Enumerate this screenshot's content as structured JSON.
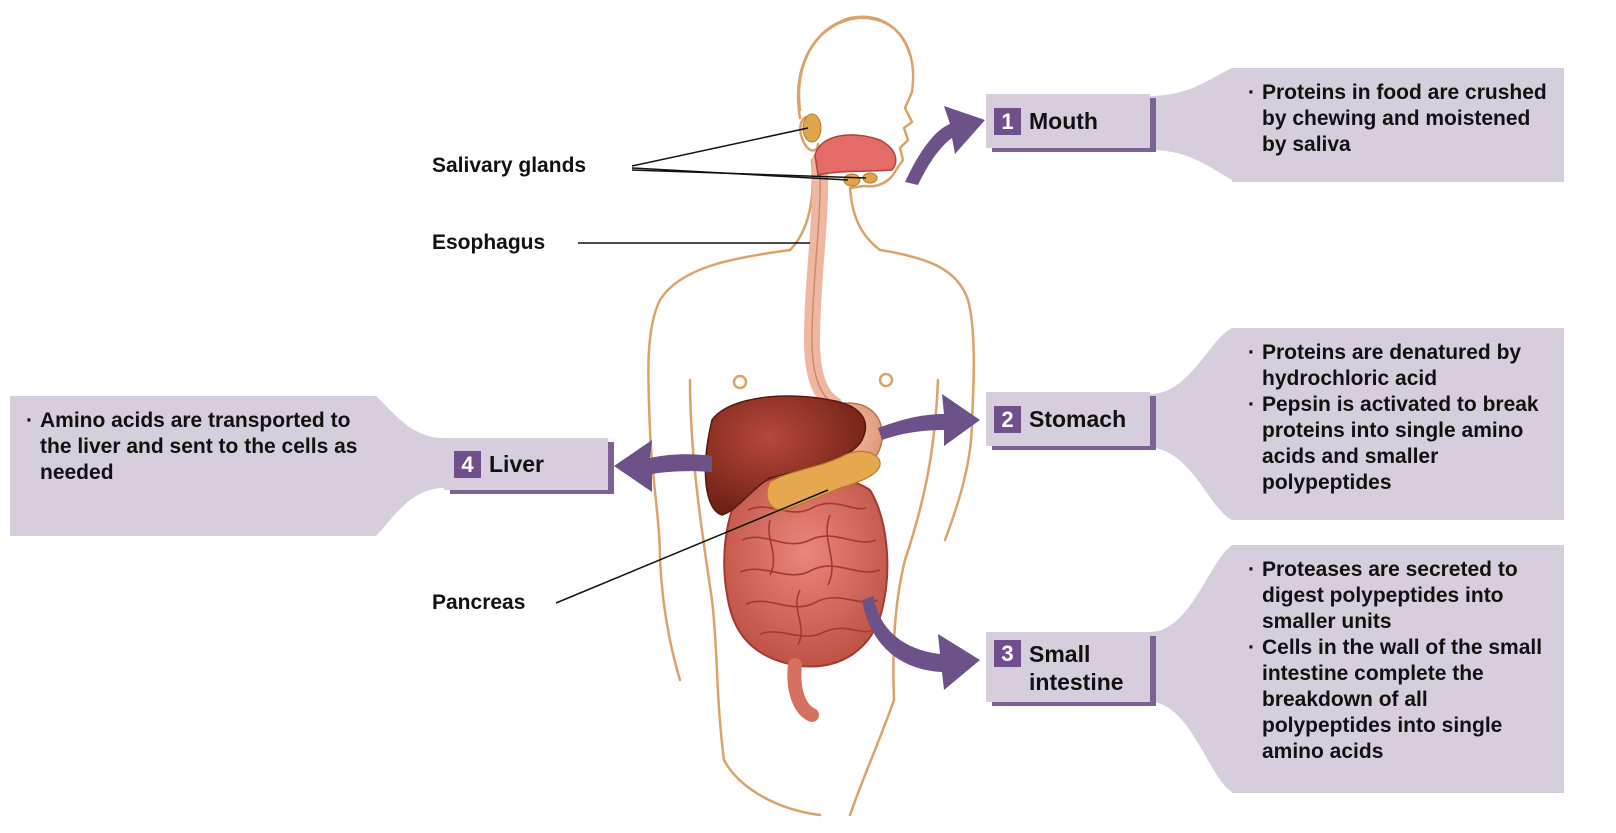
{
  "anatomy_labels": {
    "salivary_glands": "Salivary glands",
    "esophagus": "Esophagus",
    "pancreas": "Pancreas"
  },
  "steps": [
    {
      "number": "1",
      "label": "Mouth",
      "points": [
        "Proteins in food are crushed by chewing and moistened by saliva"
      ]
    },
    {
      "number": "2",
      "label": "Stomach",
      "points": [
        "Proteins are denatured by hydrochloric acid",
        "Pepsin is activated to break proteins into single amino acids and smaller polypeptides"
      ]
    },
    {
      "number": "3",
      "label_line1": "Small",
      "label_line2": "intestine",
      "points": [
        "Proteases are secreted to digest polypeptides into smaller units",
        "Cells in the wall of the small intestine complete the breakdown of all polypeptides into single amino acids"
      ]
    },
    {
      "number": "4",
      "label": "Liver",
      "points": [
        "Amino acids are transported to the liver and sent to the cells as needed"
      ]
    }
  ],
  "colors": {
    "box_fill": "#d7cedd",
    "box_shadow": "#7c6293",
    "number_badge": "#6f4f8c",
    "arrow": "#6d5189",
    "body_outline": "#d9a36a",
    "liver": "#8e2e1e",
    "intestine": "#d6705f",
    "pancreas": "#e6a84f",
    "esophagus": "#f0b7a0"
  }
}
